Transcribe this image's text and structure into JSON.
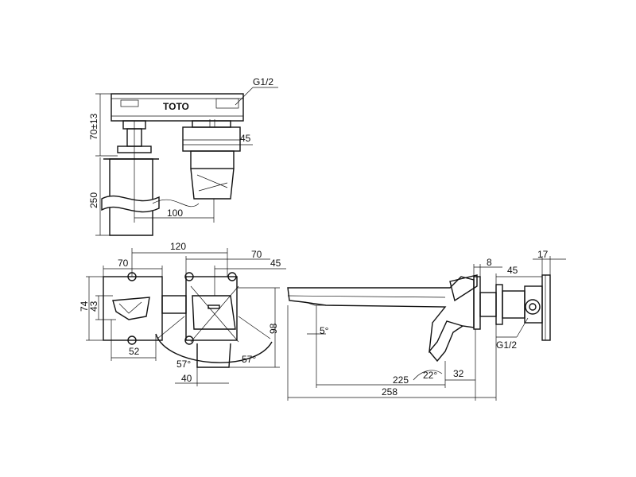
{
  "drawing": {
    "brand_mark": "TOTO",
    "top_view": {
      "thread": "G1/2",
      "height": "70±13",
      "depth": "250",
      "spacing": "100",
      "valve_width": "45"
    },
    "front_view": {
      "overall_width": "120",
      "left_plate": "70",
      "right_plate": "70",
      "right_offset": "45",
      "plate_height": "74",
      "inner_height": "43",
      "height": "98",
      "lever_width": "52",
      "bottom_width": "40",
      "angle_left": "57°",
      "angle_right": "57°"
    },
    "side_view": {
      "plate_thickness": "8",
      "valve_depth": "45",
      "cap": "17",
      "thread": "G1/2",
      "tilt": "5°",
      "angle": "22°",
      "outlet": "225",
      "offset": "32",
      "length": "258"
    }
  }
}
